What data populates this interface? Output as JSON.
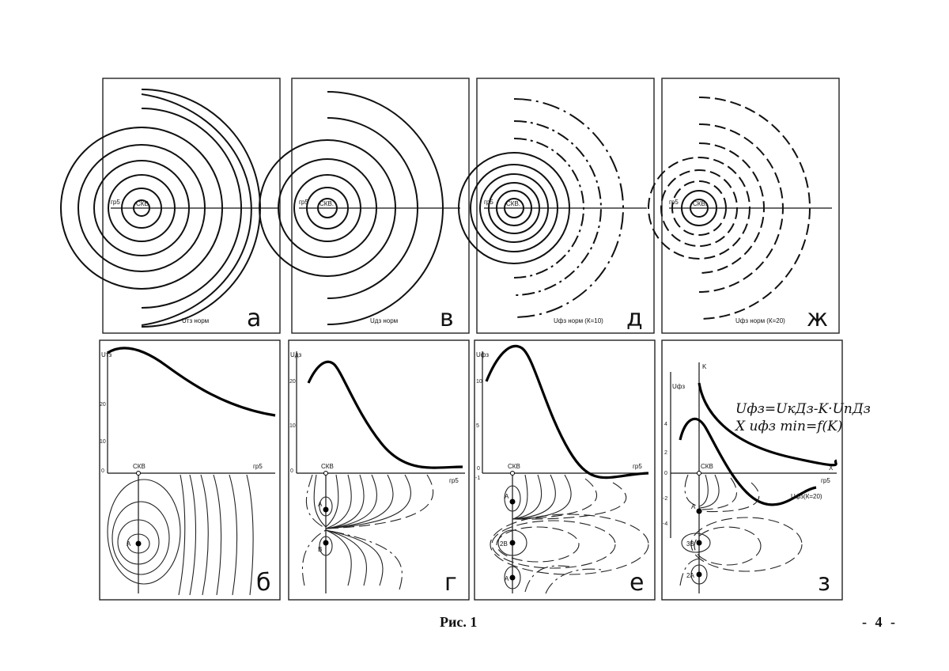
{
  "figure": {
    "caption": "Рис. 1",
    "page_number": "- 4 -"
  },
  "panels": {
    "a": {
      "letter": "а",
      "label": "Uтз норм",
      "well": "СКВ.",
      "boundary": "гр5"
    },
    "v": {
      "letter": "в",
      "label": "Uдз норм",
      "well": "СКВ.",
      "boundary": "гр5"
    },
    "d": {
      "letter": "д",
      "label": "Uфз норм (К=10)",
      "well": "СКВ.",
      "boundary": "гр5"
    },
    "zh": {
      "letter": "ж",
      "label": "Uфз норм (К=20)",
      "well": "СКВ.",
      "boundary": "гр5"
    },
    "b": {
      "letter": "б",
      "ylabel": "Uтз",
      "well": "СКВ",
      "boundary": "гр5",
      "point": "A",
      "yticks": [
        "20",
        "10",
        "0"
      ]
    },
    "g": {
      "letter": "г",
      "ylabel": "Uдз",
      "well": "СКВ",
      "boundary": "гр5",
      "points": [
        "A",
        "B"
      ],
      "yticks": [
        "20",
        "10",
        "0"
      ]
    },
    "e": {
      "letter": "е",
      "ylabel": "Uфз",
      "well": "СКВ",
      "boundary": "гр5",
      "points": [
        "A",
        "2B",
        "A"
      ],
      "yticks": [
        "10",
        "5",
        "0",
        "-1"
      ]
    },
    "z": {
      "letter": "з",
      "ylabel": "Uфз",
      "well": "СКВ",
      "boundary": "гр5",
      "klabel": "K",
      "xlabel": "X",
      "points": [
        "A",
        "3B",
        "2A"
      ],
      "curve_label": "Uфз(К=20)",
      "formula1": "Uфз=UкДз-K·UпДз",
      "formula2": "X uфз min=f(K)",
      "yticks": [
        "4",
        "2",
        "0",
        "-2",
        "-4"
      ]
    }
  }
}
